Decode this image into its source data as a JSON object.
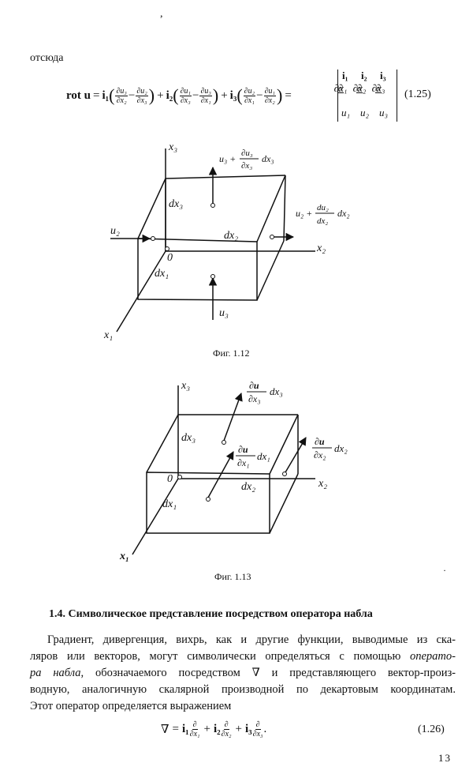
{
  "page": {
    "stray_mark": ",",
    "otsyuda": "отсюда",
    "page_number": "13",
    "dot_mark": "·"
  },
  "eq125": {
    "lhs": "rot u",
    "i1": "i₁",
    "i2": "i₂",
    "i3": "i₃",
    "plus": "+",
    "minus": "−",
    "equals": "=",
    "t1a_num": "∂u₃",
    "t1a_den": "∂x₂",
    "t1b_num": "∂u₂",
    "t1b_den": "∂x₃",
    "t2a_num": "∂u₁",
    "t2a_den": "∂x₃",
    "t2b_num": "∂u₃",
    "t2b_den": "∂x₁",
    "t3a_num": "∂u₂",
    "t3a_den": "∂x₁",
    "t3b_num": "∂u₁",
    "t3b_den": "∂x₂",
    "det_row1": [
      "i₁",
      "i₂",
      "i₃"
    ],
    "det_row2_num": "∂",
    "det_row2_den": [
      "∂x₁",
      "∂x₂",
      "∂x₃"
    ],
    "det_row3": [
      "u₁",
      "u₂",
      "u₃"
    ],
    "number": "(1.25)"
  },
  "fig112": {
    "caption": "Фиг. 1.12",
    "x3": "x₃",
    "x2": "x₂",
    "x1": "x₁",
    "origin": "0",
    "dx1": "dx₁",
    "dx2": "dx₂",
    "dx3": "dx₃",
    "u2": "u₂",
    "u3": "u₃",
    "top_label_a": "u₃ +",
    "top_label_num": "∂u₃",
    "top_label_den": "∂x₃",
    "top_label_b": "dx₃",
    "right_label_a": "u₂ +",
    "right_label_num": "du₂",
    "right_label_den": "dx₂",
    "right_label_b": "dx₂"
  },
  "fig113": {
    "caption": "Фиг. 1.13",
    "x3": "x₃",
    "x2": "x₂",
    "x1": "x₁",
    "origin": "0",
    "dx1": "dx₁",
    "dx2": "dx₂",
    "dx3": "dx₃",
    "top_num": "∂u",
    "top_den": "∂x₃",
    "top_b": "dx₃",
    "mid_num": "∂u",
    "mid_den": "∂x₁",
    "mid_b": "dx₁",
    "right_num": "∂u",
    "right_den": "∂x₂",
    "right_b": "dx₂"
  },
  "section": {
    "heading": "1.4. Символическое представление посредством оператора набла",
    "p1": "Градиент, дивергенция, вихрь, как и другие функции, выводимые из ска-",
    "p2a": "ляров или векторов, могут символически определяться с помощью ",
    "p2b": "операто-",
    "p3a": "ра набла",
    "p3b": ", обозначаемого посредством ∇ и представляющего вектор-произ-",
    "p4": "водную, аналогичную скалярной производной по декартовым координатам.",
    "p5": "Этот оператор определяется выражением"
  },
  "eq126": {
    "nabla": "∇",
    "equals": "=",
    "i1": "i₁",
    "i2": "i₂",
    "i3": "i₃",
    "plus": "+",
    "d": "∂",
    "den1": "∂x₁",
    "den2": "∂x₂",
    "den3": "∂x₃",
    "dot": ".",
    "number": "(1.26)"
  }
}
